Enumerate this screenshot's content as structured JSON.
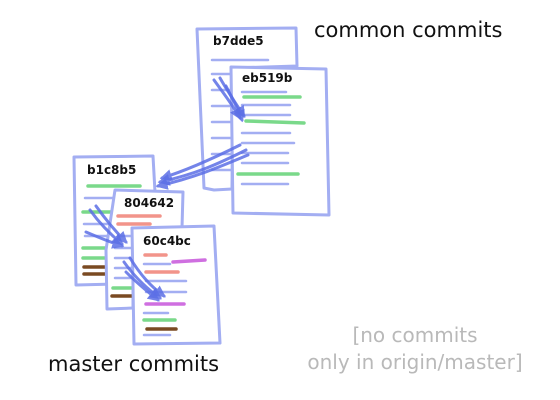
{
  "labels": {
    "common": "common commits",
    "master": "master commits",
    "origin_only_line1": "[no commits",
    "origin_only_line2": "only in origin/master]"
  },
  "commits": [
    {
      "sha": "b7dde5",
      "group": "common"
    },
    {
      "sha": "eb519b",
      "group": "common"
    },
    {
      "sha": "b1c8b5",
      "group": "master"
    },
    {
      "sha": "804642",
      "group": "master"
    },
    {
      "sha": "60c4bc",
      "group": "master"
    }
  ],
  "colors": {
    "page_outline": "#a3aef2",
    "text_line": "#a3aef2",
    "arrow": "#5c6fe6",
    "added_line": "#7ad98a",
    "removed_line": "#f2948a",
    "magenta_line": "#cf6fe0",
    "brown_line": "#7a4a22",
    "note_text": "#b9b9b9"
  }
}
